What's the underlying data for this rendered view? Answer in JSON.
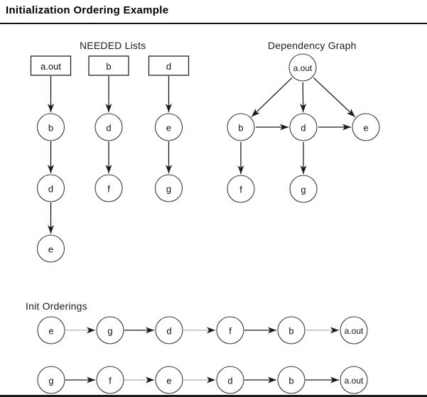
{
  "page": {
    "title": "Initialization Ordering Example"
  },
  "needed_lists": {
    "label": "NEEDED Lists",
    "columns": [
      {
        "root": "a.out",
        "chain": [
          "b",
          "d",
          "e"
        ]
      },
      {
        "root": "b",
        "chain": [
          "d",
          "f"
        ]
      },
      {
        "root": "d",
        "chain": [
          "e",
          "g"
        ]
      }
    ]
  },
  "dependency_graph": {
    "label": "Dependency Graph",
    "nodes": [
      "a.out",
      "b",
      "d",
      "e",
      "f",
      "g"
    ],
    "edges": [
      {
        "from": "a.out",
        "to": "b"
      },
      {
        "from": "a.out",
        "to": "d"
      },
      {
        "from": "a.out",
        "to": "e"
      },
      {
        "from": "b",
        "to": "d"
      },
      {
        "from": "d",
        "to": "e"
      },
      {
        "from": "b",
        "to": "f"
      },
      {
        "from": "d",
        "to": "g"
      }
    ]
  },
  "init_orderings": {
    "label": "Init Orderings",
    "rows": [
      {
        "nodes": [
          "e",
          "g",
          "d",
          "f",
          "b",
          "a.out"
        ],
        "arrow_colors": [
          "gray",
          "black",
          "gray",
          "black",
          "gray"
        ]
      },
      {
        "nodes": [
          "g",
          "f",
          "e",
          "d",
          "b",
          "a.out"
        ],
        "arrow_colors": [
          "black",
          "gray",
          "gray",
          "black",
          "black"
        ]
      }
    ]
  },
  "colors": {
    "ink": "#1a1a1a",
    "node_stroke": "#3c3c3c",
    "gray_arrow": "#b0b0b0",
    "background": "#ffffff"
  }
}
